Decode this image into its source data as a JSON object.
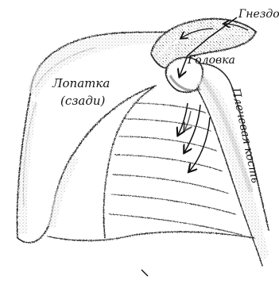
{
  "labels": {
    "nest": "Гнездо",
    "head": "Головка",
    "scapula_line1": "Лопатка",
    "scapula_line2": "(сзади)",
    "humerus": "Плечевая кость"
  },
  "colors": {
    "sketch": "#2a2a2a",
    "shade": "#8a8a8a",
    "paper": "#ffffff"
  }
}
